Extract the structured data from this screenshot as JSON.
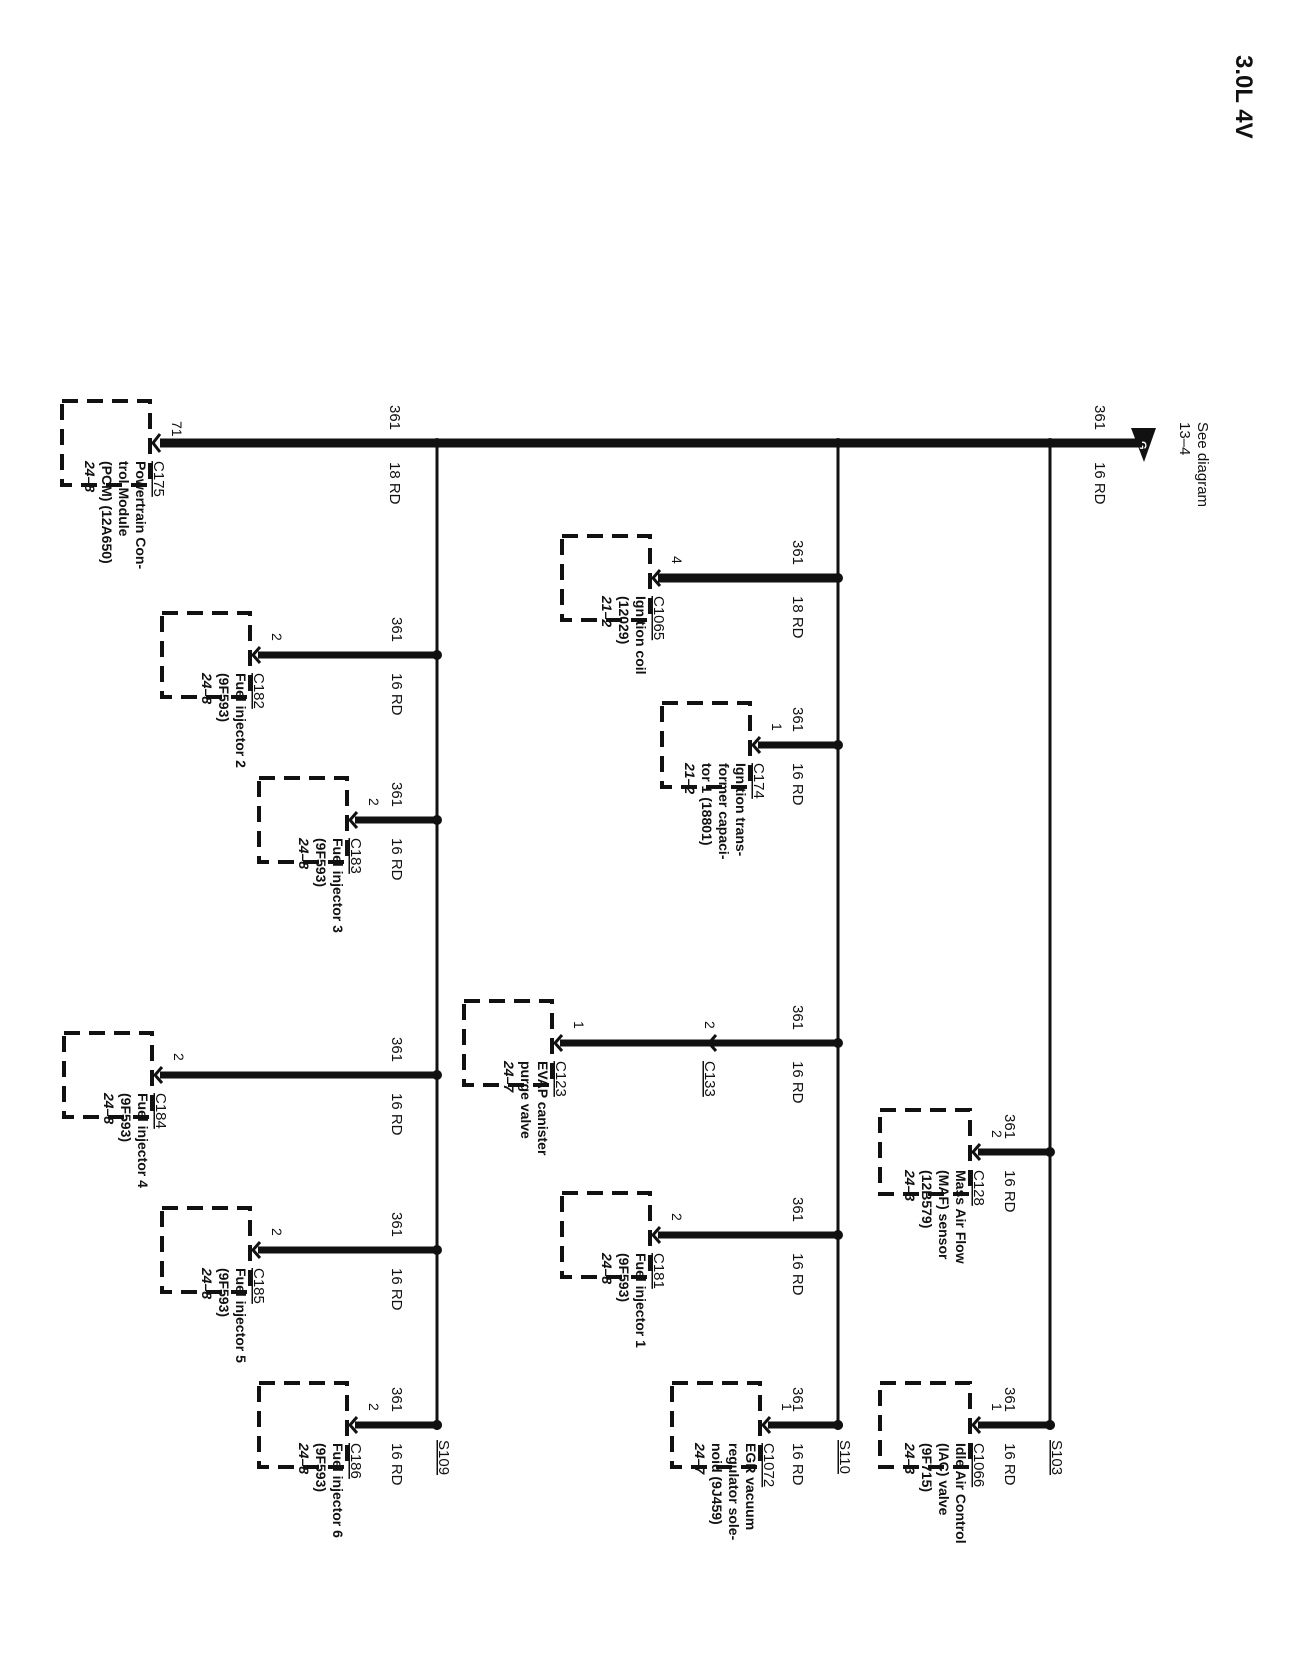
{
  "header": {
    "engine": "3.0L 4V"
  },
  "source": {
    "note": "See diagram",
    "ref": "13–4",
    "symbol": "G"
  },
  "splices": {
    "s103": "S103",
    "s110": "S110",
    "s109": "S109"
  },
  "wires": {
    "main_upper": {
      "circuit": "361",
      "size": "16 RD"
    },
    "main_lower": {
      "circuit": "361",
      "size": "18 RD"
    }
  },
  "branches": {
    "iac": {
      "circuit": "361",
      "size": "16 RD",
      "pin": "1",
      "connector": "C1066",
      "name": [
        "Idle Air Control",
        "(IAC) valve",
        "(9F715)"
      ],
      "ref": "24–3"
    },
    "maf": {
      "circuit": "361",
      "size": "16 RD",
      "pin": "2",
      "connector": "C128",
      "name": [
        "Mass Air Flow",
        "(MAF) sensor",
        "(12B579)"
      ],
      "ref": "24–3"
    },
    "egr": {
      "circuit": "361",
      "size": "16 RD",
      "pin": "1",
      "connector": "C1072",
      "name": [
        "EGR vacuum",
        "regulator sole-",
        "noid (9J459)"
      ],
      "ref": "24–7"
    },
    "inj1": {
      "circuit": "361",
      "size": "16 RD",
      "pin": "2",
      "connector": "C181",
      "name": [
        "Fuel injector 1",
        "(9F593)"
      ],
      "ref": "24–8"
    },
    "evap": {
      "circuit": "361",
      "size": "16 RD",
      "pin": "1",
      "inline_pin": "2",
      "inline_connector": "C133",
      "connector": "C123",
      "name": [
        "EVAP canister",
        "purge valve"
      ],
      "ref": "24–7"
    },
    "itc": {
      "circuit": "361",
      "size": "16 RD",
      "pin": "1",
      "connector": "C174",
      "name": [
        "Ignition trans-",
        "former capaci-",
        "tor 1 (18801)"
      ],
      "ref": "21–2"
    },
    "coil": {
      "circuit": "361",
      "size": "18 RD",
      "pin": "4",
      "connector": "C1065",
      "name": [
        "Ignition coil",
        "(12029)"
      ],
      "ref": "21–2"
    },
    "pcm": {
      "pin": "71",
      "connector": "C175",
      "name": [
        "Powertrain Con-",
        "trol Module",
        "(PCM) (12A650)"
      ],
      "ref": "24–8"
    },
    "inj2": {
      "circuit": "361",
      "size": "16 RD",
      "pin": "2",
      "connector": "C182",
      "name": [
        "Fuel injector 2",
        "(9F593)"
      ],
      "ref": "24–8"
    },
    "inj3": {
      "circuit": "361",
      "size": "16 RD",
      "pin": "2",
      "connector": "C183",
      "name": [
        "Fuel injector 3",
        "(9F593)"
      ],
      "ref": "24–8"
    },
    "inj4": {
      "circuit": "361",
      "size": "16 RD",
      "pin": "2",
      "connector": "C184",
      "name": [
        "Fuel injector 4",
        "(9F593)"
      ],
      "ref": "24–8"
    },
    "inj5": {
      "circuit": "361",
      "size": "16 RD",
      "pin": "2",
      "connector": "C185",
      "name": [
        "Fuel injector 5",
        "(9F593)"
      ],
      "ref": "24–8"
    },
    "inj6": {
      "circuit": "361",
      "size": "16 RD",
      "pin": "2",
      "connector": "C186",
      "name": [
        "Fuel injector 6",
        "(9F593)"
      ],
      "ref": "24–8"
    }
  }
}
